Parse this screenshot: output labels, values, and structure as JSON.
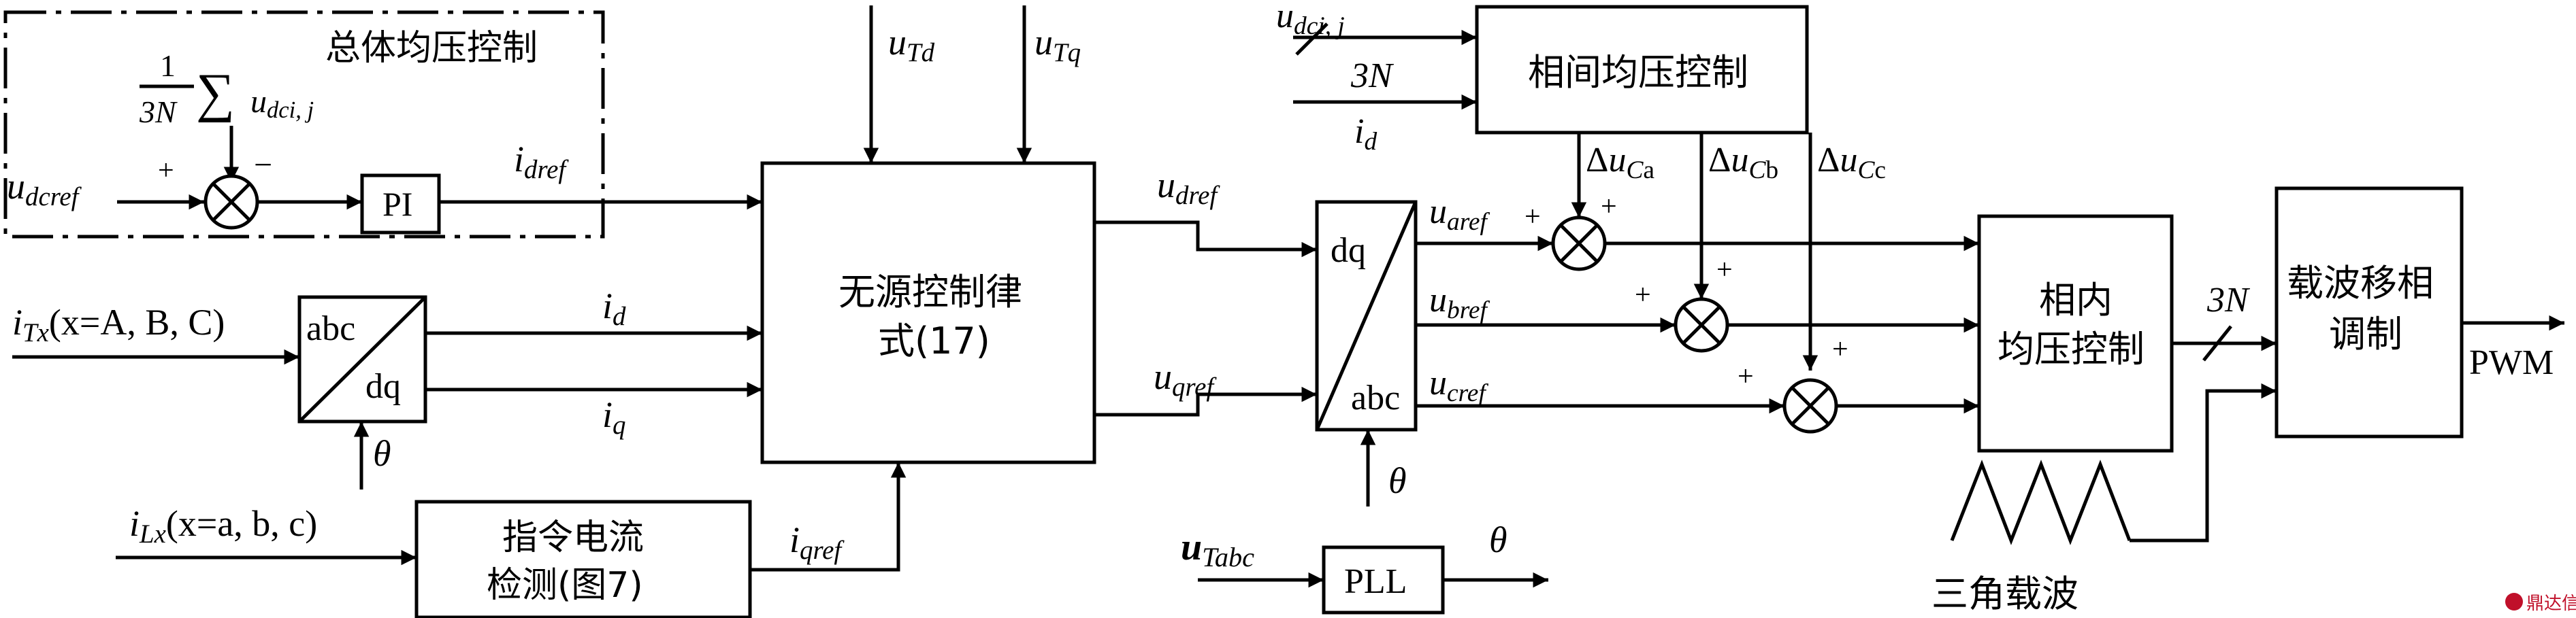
{
  "blocks": {
    "overall_balance": "总体均压控制",
    "pi": "PI",
    "abc_dq_top": "abc",
    "abc_dq_bottom": "dq",
    "passive_law_line1": "无源控制律",
    "passive_law_line2": "式(17)",
    "cmd_detect_line1": "指令电流",
    "cmd_detect_line2": "检测(图7)",
    "dq_abc_top": "dq",
    "dq_abc_bottom": "abc",
    "interphase_balance": "相间均压控制",
    "pll": "PLL",
    "intraphase_line1": "相内",
    "intraphase_line2": "均压控制",
    "cps_line1": "载波移相",
    "cps_line2": "调制",
    "triangle_carrier": "三角载波"
  },
  "signals": {
    "avg_frac_num": "1",
    "avg_frac_den": "3N",
    "sum_symbol": "∑",
    "u": "u",
    "i": "i",
    "theta": "θ",
    "delta": "Δ",
    "plus": "+",
    "minus": "−",
    "three_n": "3N",
    "pwm": "PWM",
    "sub_dcij": "dci, j",
    "sub_dcref": "dcref",
    "sub_dref_i": "dref",
    "sub_Tx": "Tx",
    "itx_rest": "(x=A, B, C)",
    "sub_d": "d",
    "sub_q": "q",
    "sub_Lx": "Lx",
    "ilx_rest": "(x=a, b, c)",
    "sub_qref_i": "qref",
    "sub_Td": "Td",
    "sub_Tq": "Tq",
    "sub_dref": "dref",
    "sub_qref": "qref",
    "sub_aref": "aref",
    "sub_bref": "bref",
    "sub_cref": "cref",
    "sub_C": "C",
    "sub_a": "a",
    "sub_b": "b",
    "sub_c": "c",
    "sub_Tabc": "Tabc",
    "sub_d_id": "d"
  },
  "watermark": "鼎达信"
}
